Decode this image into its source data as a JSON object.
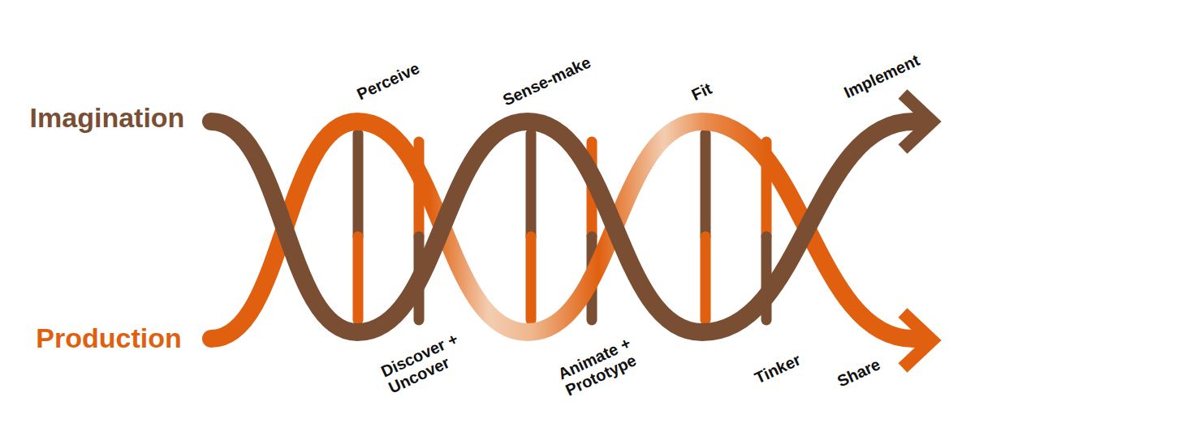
{
  "diagram": {
    "labels": [
      "Imagination",
      "Production",
      "Perceive",
      "Sense-make",
      "Fit",
      "Implement",
      "Discover + Uncover",
      "Animate + Prototype",
      "Tinker",
      "Share"
    ]
  }
}
